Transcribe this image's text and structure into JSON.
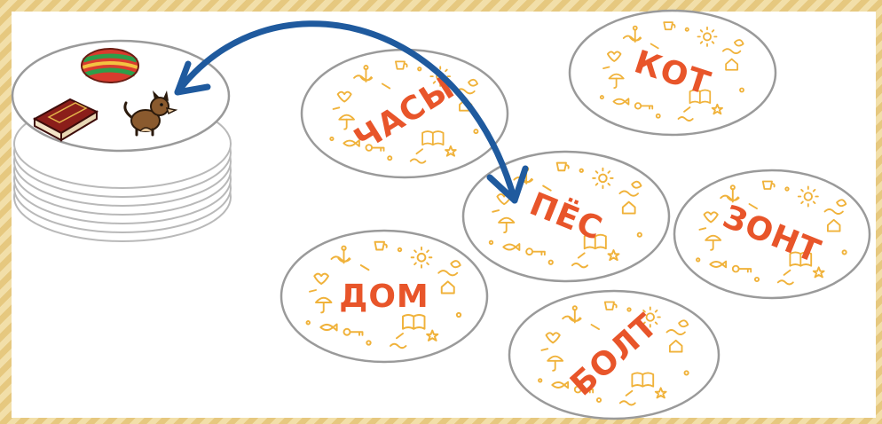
{
  "game": {
    "stack": {
      "items": [
        "ball-icon",
        "book-icon",
        "dog-icon"
      ]
    },
    "cards": [
      {
        "word": "ЧАСЫ"
      },
      {
        "word": "КОТ"
      },
      {
        "word": "ПЁС"
      },
      {
        "word": "ЗОНТ"
      },
      {
        "word": "ДОМ"
      },
      {
        "word": "БОЛТ"
      }
    ],
    "colors": {
      "word": "#e8552a",
      "doodle": "#f0b23a",
      "arrow": "#1f5a9e",
      "frame": "#e6c87f"
    }
  }
}
